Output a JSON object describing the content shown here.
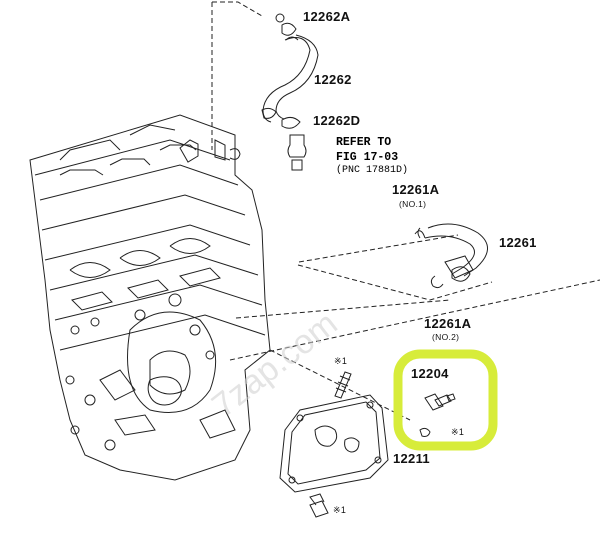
{
  "parts": {
    "p12262A": "12262A",
    "p12262": "12262",
    "p12262D": "12262D",
    "refer": [
      "REFER TO",
      "FIG 17-03",
      "(PNC 17881D)"
    ],
    "p12261A_top": "12261A",
    "no1": "(NO.1)",
    "p12261": "12261",
    "p12261A_bottom": "12261A",
    "no2": "(NO.2)",
    "p12204": "12204",
    "p12211": "12211",
    "note1": "※1",
    "note2": "※1",
    "note3": "※1"
  },
  "watermark": "7zap.com",
  "colors": {
    "highlight": "#d7ec3a",
    "line": "#222222"
  }
}
